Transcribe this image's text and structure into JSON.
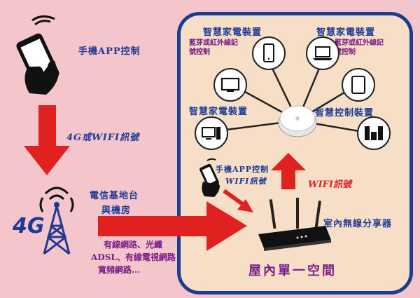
{
  "labels": {
    "phone_app_control": "手機APP控制",
    "signal_4g_wifi": "4G或WIFI訊號",
    "telecom_base_line1": "電信基地台",
    "telecom_base_line2": "與機房",
    "wired_network_line1": "有線網路、光纖",
    "wired_network_line2": "ADSL、有線電視網路",
    "wired_network_line3": "寬頻網路...",
    "smart_appliance_1": "智慧家電裝置",
    "smart_appliance_2": "智慧家電裝置",
    "smart_appliance_3": "智慧家電裝置",
    "bt_ir_note_left_line1": "藍芽或紅外線記",
    "bt_ir_note_left_line2": "號控制",
    "bt_ir_note_right_line1": "藍芽或紅外線記",
    "bt_ir_note_right_line2": "號控制",
    "smart_control_device": "智慧控制裝置",
    "phone_app_control_inner": "手機APP控制",
    "wifi_signal_inner": "WIFI訊號",
    "wifi_signal_router": "WIFI訊號",
    "indoor_router": "室內無線分享器",
    "indoor_space": "屋內單一空間",
    "logo_4g": "4G"
  },
  "colors": {
    "background": "#f4c5cb",
    "room_fill": "#f6dfc6",
    "room_border": "#1c3d8f",
    "arrow_red": "#e0211f",
    "text_blue": "#1e3a96",
    "text_red": "#d8262a",
    "text_purple": "#7a1d86"
  }
}
